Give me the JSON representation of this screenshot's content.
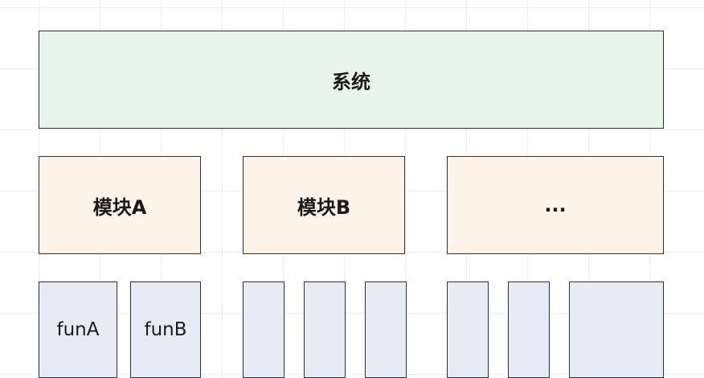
{
  "system": {
    "label": "系统"
  },
  "modules": [
    {
      "label": "模块A"
    },
    {
      "label": "模块B"
    },
    {
      "label": "..."
    }
  ],
  "functions": [
    {
      "label": "funA"
    },
    {
      "label": "funB"
    },
    {
      "label": ""
    },
    {
      "label": ""
    },
    {
      "label": ""
    },
    {
      "label": ""
    },
    {
      "label": ""
    },
    {
      "label": ""
    }
  ],
  "colors": {
    "system_fill": "#e8f3ec",
    "module_fill": "#fdf3e6",
    "function_fill": "#e7ebf6",
    "border": "#2f2f2f",
    "grid": "#ebebeb"
  }
}
